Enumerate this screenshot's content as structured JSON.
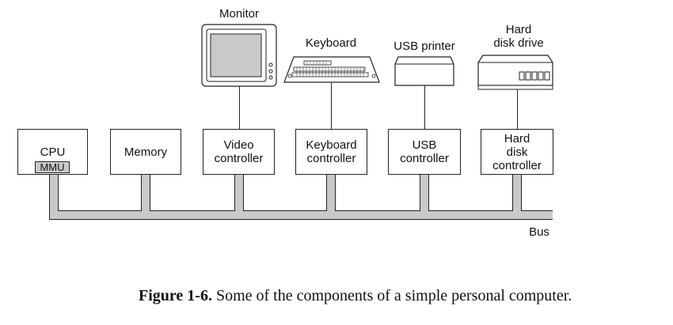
{
  "devices": {
    "monitor": "Monitor",
    "keyboard": "Keyboard",
    "usb_printer": "USB printer",
    "hard_disk_drive": [
      "Hard",
      "disk drive"
    ]
  },
  "boxes": {
    "cpu": [
      "CPU"
    ],
    "mmu": "MMU",
    "memory": [
      "Memory"
    ],
    "video": [
      "Video",
      "controller"
    ],
    "keyboard_ctrl": [
      "Keyboard",
      "controller"
    ],
    "usb_ctrl": [
      "USB",
      "controller"
    ],
    "disk_ctrl": [
      "Hard",
      "disk",
      "controller"
    ]
  },
  "bus_label": "Bus",
  "caption": {
    "number": "Figure 1-6.",
    "text": "Some of the components of a simple personal computer."
  }
}
